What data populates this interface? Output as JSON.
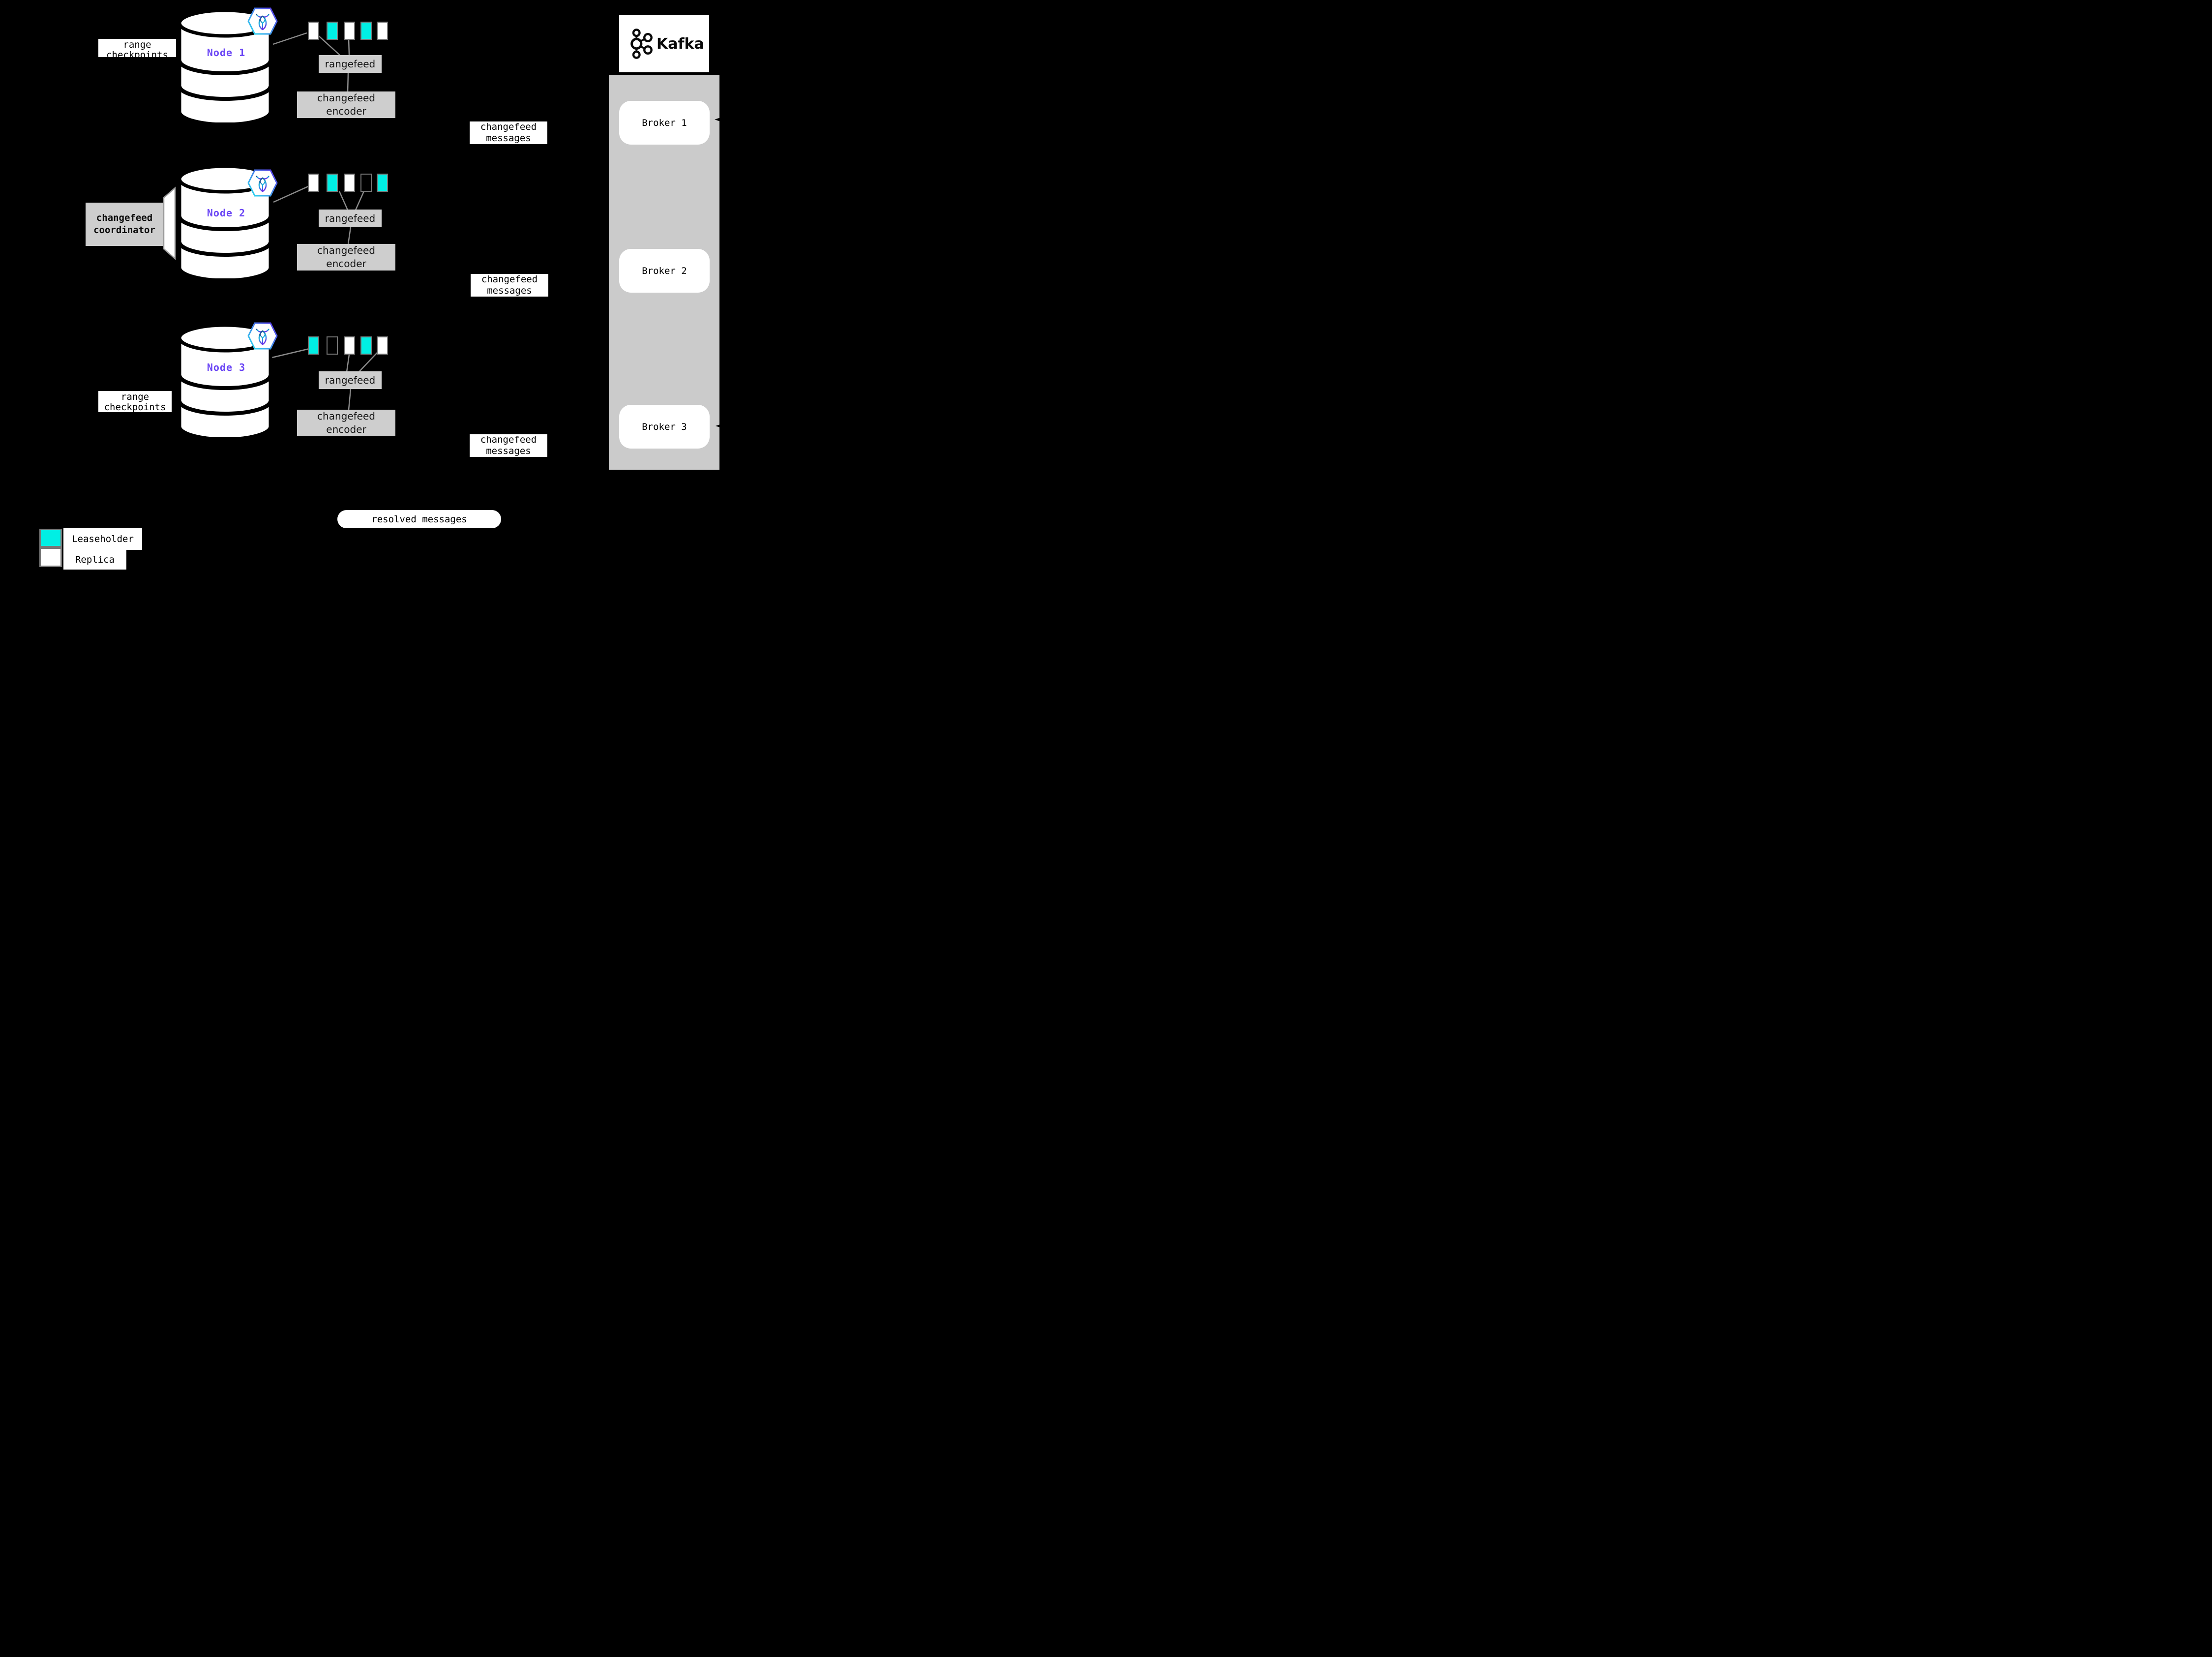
{
  "colors": {
    "background": "#000000",
    "leaseholder_cyan": "#00efe4",
    "replica_white": "#ffffff",
    "empty": "transparent",
    "node_label_purple": "#6b46f5",
    "process_box_gray": "#cecece",
    "broker_container_gray": "#cbcbcb",
    "connector_gray": "#8a8a8a"
  },
  "nodes": [
    {
      "label": "Node 1",
      "rangefeed_label": "rangefeed",
      "encoder_label": "changefeed encoder",
      "ranges": [
        {
          "role": "replica",
          "color": "#ffffff"
        },
        {
          "role": "leaseholder",
          "color": "#00efe4"
        },
        {
          "role": "replica",
          "color": "#ffffff"
        },
        {
          "role": "leaseholder",
          "color": "#00efe4"
        },
        {
          "role": "replica",
          "color": "#ffffff"
        }
      ]
    },
    {
      "label": "Node 2",
      "rangefeed_label": "rangefeed",
      "encoder_label": "changefeed encoder",
      "ranges": [
        {
          "role": "replica",
          "color": "#ffffff"
        },
        {
          "role": "leaseholder",
          "color": "#00efe4"
        },
        {
          "role": "replica",
          "color": "#ffffff"
        },
        {
          "role": "empty",
          "color": "transparent"
        },
        {
          "role": "leaseholder",
          "color": "#00efe4"
        }
      ]
    },
    {
      "label": "Node 3",
      "rangefeed_label": "rangefeed",
      "encoder_label": "changefeed encoder",
      "ranges": [
        {
          "role": "leaseholder",
          "color": "#00efe4"
        },
        {
          "role": "empty",
          "color": "transparent"
        },
        {
          "role": "replica",
          "color": "#ffffff"
        },
        {
          "role": "leaseholder",
          "color": "#00efe4"
        },
        {
          "role": "replica",
          "color": "#ffffff"
        }
      ]
    }
  ],
  "checkpoints": [
    {
      "text": "range checkpoints"
    },
    {
      "text": "range checkpoints"
    }
  ],
  "coordinator": {
    "label": "changefeed coordinator"
  },
  "messages": {
    "changefeed": [
      {
        "text": "changefeed messages"
      },
      {
        "text": "changefeed messages"
      },
      {
        "text": "changefeed messages"
      }
    ],
    "resolved": "resolved messages"
  },
  "kafka": {
    "title": "Kafka",
    "brokers": [
      {
        "label": "Broker 1"
      },
      {
        "label": "Broker 2"
      },
      {
        "label": "Broker 3"
      }
    ]
  },
  "legend": {
    "items": [
      {
        "label": "Leaseholder",
        "color": "#00efe4"
      },
      {
        "label": "Replica",
        "color": "#ffffff"
      }
    ]
  }
}
